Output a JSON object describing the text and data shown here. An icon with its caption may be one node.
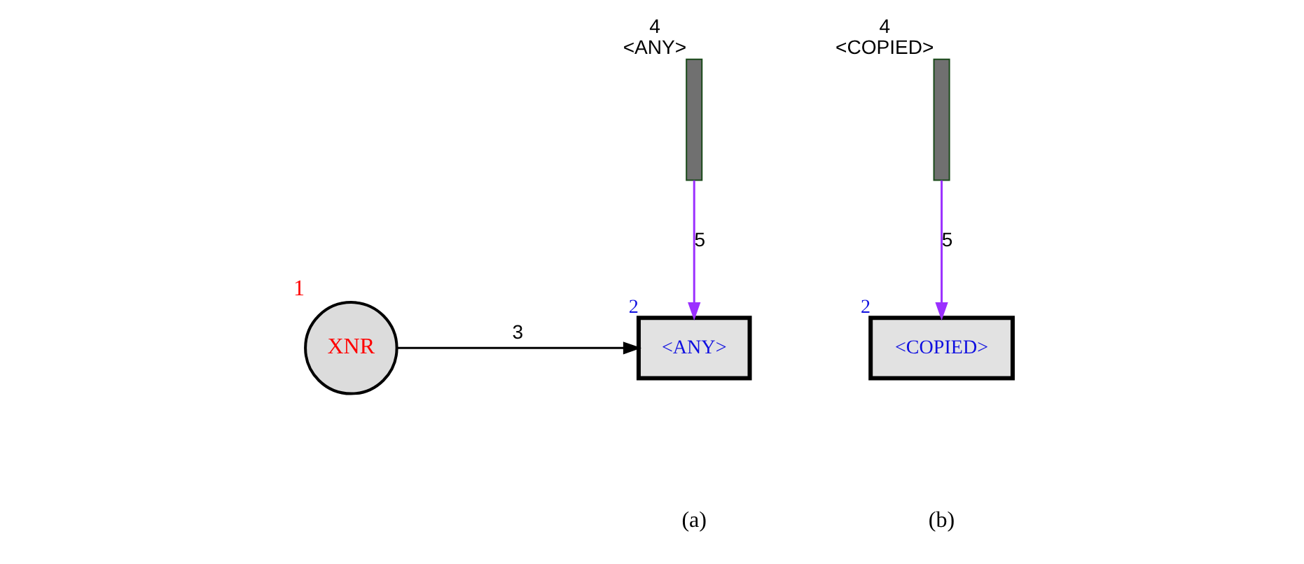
{
  "diagram": {
    "nodes": [
      {
        "text": [
          "XNR"
        ],
        "beside": [
          "1"
        ]
      },
      {
        "text": [
          "<ANY>"
        ],
        "beside": [
          "2"
        ]
      },
      {
        "text": [],
        "shape": "bar",
        "beside": [
          "4",
          "<ANY>"
        ]
      },
      {
        "text": [],
        "shape": "bar",
        "beside": [
          "4",
          "<COPIED>"
        ]
      },
      {
        "text": [
          "<COPIED>"
        ],
        "beside": [
          "2"
        ]
      }
    ],
    "edges": [
      {
        "from": 0,
        "to": 1,
        "arrow": "to",
        "label": "3",
        "color": "#000000"
      },
      {
        "from": 2,
        "to": 1,
        "arrow": "to",
        "label": "5",
        "color": "#9b30ff"
      },
      {
        "from": 3,
        "to": 4,
        "arrow": "to",
        "label": "5",
        "color": "#9b30ff"
      }
    ],
    "labels": [
      "(a)",
      "(b)"
    ]
  }
}
